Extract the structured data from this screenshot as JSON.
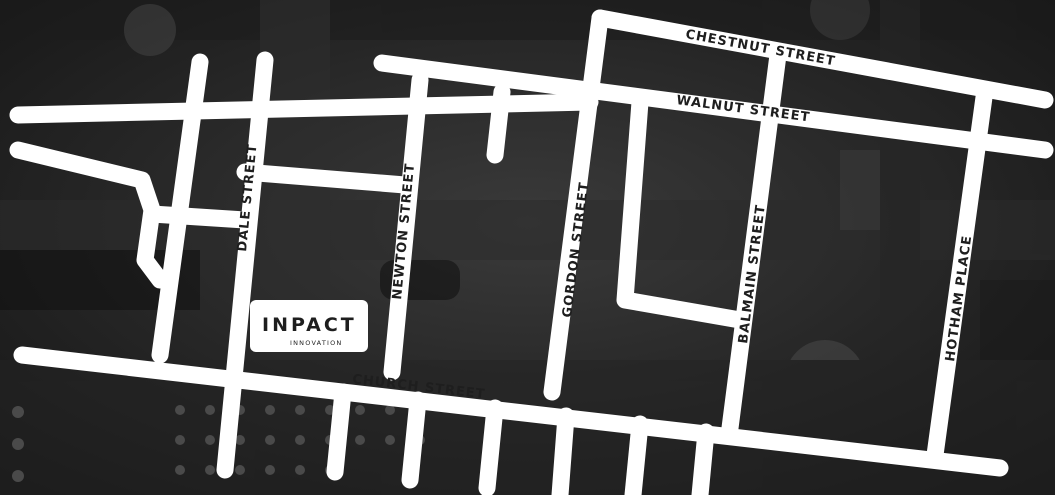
{
  "colors": {
    "road": "#ffffff",
    "background": "#232323",
    "label_text": "#1e1e1e"
  },
  "logo": {
    "name": "INPACT",
    "tagline": "INNOVATION"
  },
  "streets": {
    "chestnut": "CHESTNUT STREET",
    "walnut": "WALNUT STREET",
    "dale": "DALE STREET",
    "newton": "NEWTON STREET",
    "gordon": "GORDON STREET",
    "balmain": "BALMAIN STREET",
    "hotham": "HOTHAM PLACE",
    "church": "CHURCH STREET"
  }
}
